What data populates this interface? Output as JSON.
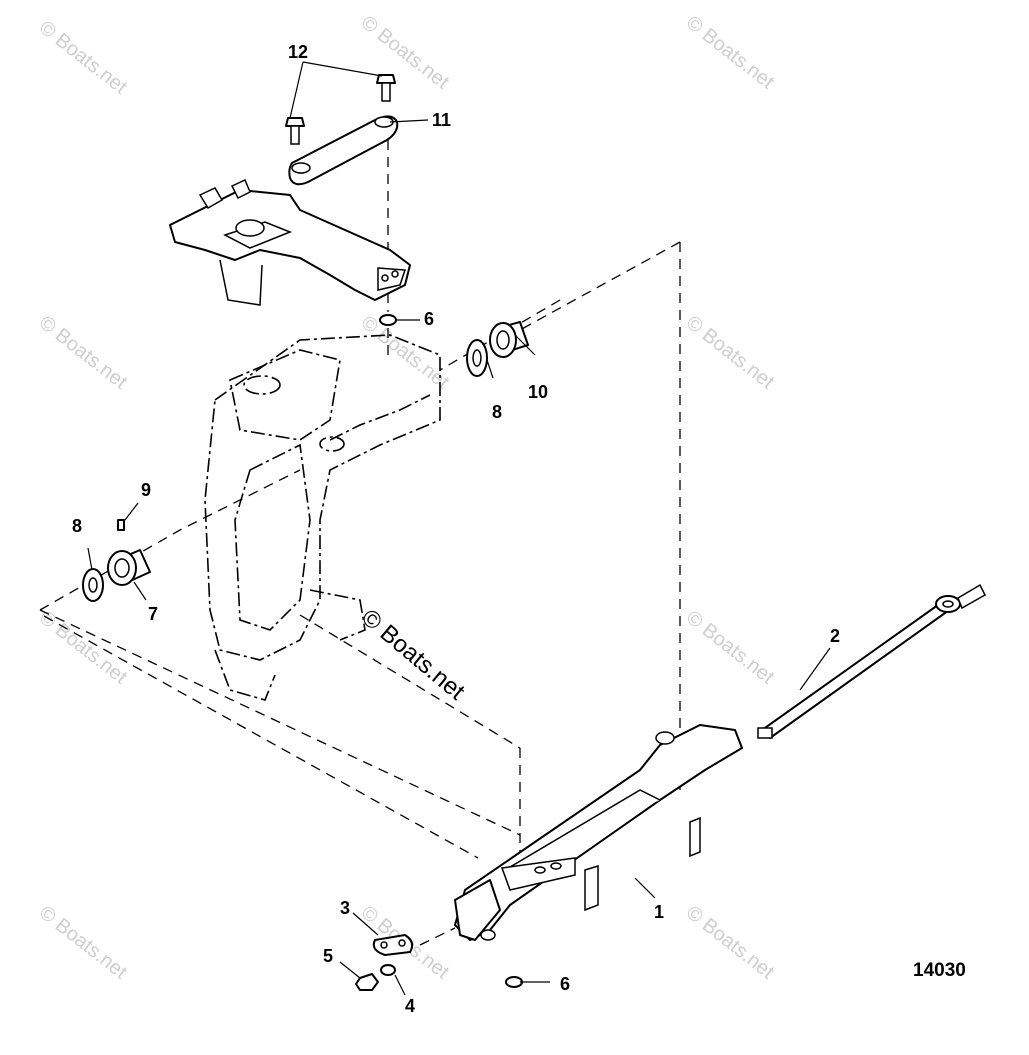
{
  "figure_number": "14030",
  "watermark": "© Boats.net",
  "callouts": [
    {
      "id": "c1",
      "label": "1"
    },
    {
      "id": "c2",
      "label": "2"
    },
    {
      "id": "c3",
      "label": "3"
    },
    {
      "id": "c4",
      "label": "4"
    },
    {
      "id": "c5",
      "label": "5"
    },
    {
      "id": "c6a",
      "label": "6"
    },
    {
      "id": "c6b",
      "label": "6"
    },
    {
      "id": "c7",
      "label": "7"
    },
    {
      "id": "c8a",
      "label": "8"
    },
    {
      "id": "c8b",
      "label": "8"
    },
    {
      "id": "c9",
      "label": "9"
    },
    {
      "id": "c10",
      "label": "10"
    },
    {
      "id": "c11",
      "label": "11"
    },
    {
      "id": "c12",
      "label": "12"
    }
  ]
}
